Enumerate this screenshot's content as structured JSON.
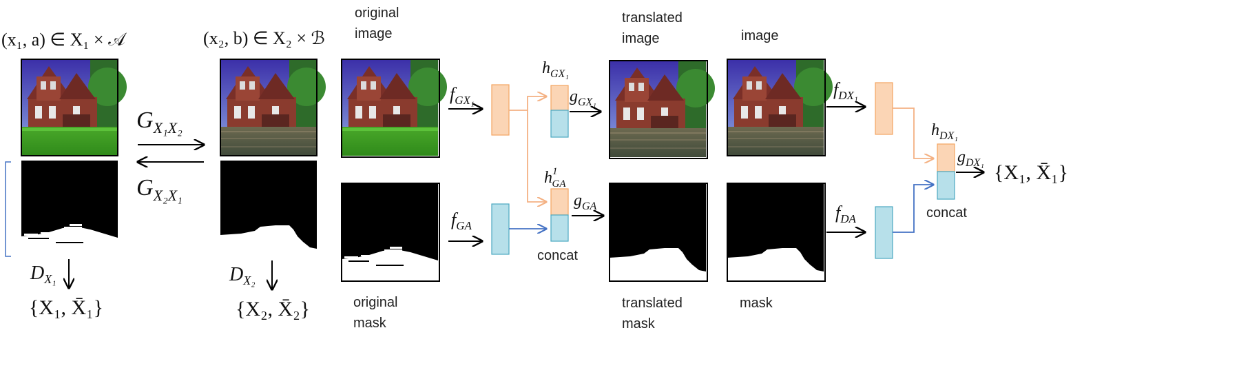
{
  "labels": {
    "original_image": [
      "original",
      "image"
    ],
    "original_mask": [
      "original",
      "mask"
    ],
    "translated_image": [
      "translated",
      "image"
    ],
    "translated_mask": [
      "translated",
      "mask"
    ],
    "image": "image",
    "mask": "mask",
    "concat_generator": "concat",
    "concat_discriminator": "concat"
  },
  "math": {
    "x1_domain": "(x₁, a) ∈ X₁ × 𝒜",
    "x2_domain": "(x₂, b) ∈ X₂ × ℬ",
    "g_x1x2": "G",
    "g_x1x2_sub": "X₁X₂",
    "g_x2x1": "G",
    "g_x2x1_sub": "X₂X₁",
    "d_x1": "D",
    "d_x1_sub": "X₁",
    "d_x2": "D",
    "d_x2_sub": "X₂",
    "d_x1_out": "{X₁, X̄₁}",
    "d_x2_out": "{X₂, X̄₂}",
    "f_gx1": "f",
    "f_gx1_sub": "GX₁",
    "f_ga": "f",
    "f_ga_sub": "GA",
    "h_gx1": "h",
    "h_gx1_sub": "GX₁",
    "h_ga": "h",
    "h_ga_sub": "GA",
    "h_ga_sup": "1",
    "g_gx1": "g",
    "g_gx1_sub": "GX₁",
    "g_ga": "g",
    "g_ga_sub": "GA",
    "f_dx1": "f",
    "f_dx1_sub": "DX₁",
    "f_da": "f",
    "f_da_sub": "DA",
    "h_dx1": "h",
    "h_dx1_sub": "DX₁",
    "g_dx1": "g",
    "g_dx1_sub": "DX₁",
    "final_out": "{X₁, X̄₁}"
  },
  "colors": {
    "orange_fill": "#fbd5b5",
    "orange_stroke": "#f4a460",
    "blue_fill": "#b7e0ea",
    "blue_stroke": "#4aa8c0",
    "blue_arrow": "#4472c4",
    "orange_arrow": "#f4b183",
    "bracket": "#4472c4"
  }
}
